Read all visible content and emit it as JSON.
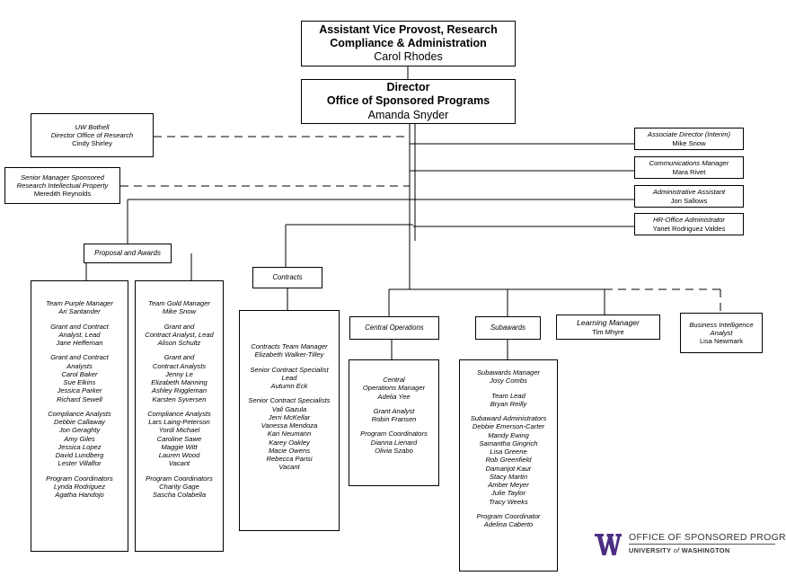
{
  "top": {
    "title_line1": "Assistant Vice Provost, Research",
    "title_line2": "Compliance & Administration",
    "name": "Carol Rhodes"
  },
  "director": {
    "title_line1": "Director",
    "title_line2": "Office of Sponsored Programs",
    "name": "Amanda Snyder"
  },
  "bothell": {
    "title_line1": "UW Bothell",
    "title_line2": "Director Office of Research",
    "name": "Cindy Shirley"
  },
  "senior_ip": {
    "title_line1": "Senior Manager Sponsored",
    "title_line2": "Research Intellectual Property",
    "name": "Meredith Reynolds"
  },
  "assoc_dir": {
    "title": "Associate Director (Interim)",
    "name": "Mike Snow"
  },
  "comms": {
    "title": "Communications Manager",
    "name": "Mara Rivet"
  },
  "admin_asst": {
    "title": "Administrative Assistant",
    "name": "Jon Sallows"
  },
  "hr": {
    "title": "HR-Office Administrator",
    "name": "Yanet Rodriguez Valdes"
  },
  "labels": {
    "proposal": "Proposal and Awards",
    "contracts": "Contracts",
    "central_ops": "Central Operations",
    "subawards": "Subawards"
  },
  "learning": {
    "title": "Learning Manager",
    "name": "Tim Mhyre"
  },
  "bi": {
    "title_line1": "Business Intelligence",
    "title_line2": "Analyst",
    "name": "Lisa Newmark"
  },
  "purple": {
    "groups": [
      {
        "title": [
          "Team Purple Manager"
        ],
        "names": [
          "Ari Santander"
        ]
      },
      {
        "title": [
          "Grant and Contract",
          "Analyst, Lead"
        ],
        "names": [
          "Jane Heffernan"
        ]
      },
      {
        "title": [
          "Grant and Contract",
          "Analysts"
        ],
        "names": [
          "Carol Baker",
          "Sue Elkins",
          "Jessica Parker",
          "Richard Sewell"
        ]
      },
      {
        "title": [
          "Compliance Analysts"
        ],
        "names": [
          "Debbie Callaway",
          "Jon Geraghty",
          "Amy Giles",
          "Jessica Lopez",
          "David Lundberg",
          "Lester Villaflor"
        ]
      },
      {
        "title": [
          "Program Coordinators"
        ],
        "names": [
          "Lynda Rodriguez",
          "Agatha Handojo"
        ]
      }
    ]
  },
  "gold": {
    "groups": [
      {
        "title": [
          "Team Gold Manager"
        ],
        "names": [
          "Mike Snow"
        ]
      },
      {
        "title": [
          "Grant and",
          "Contract Analyst, Lead"
        ],
        "names": [
          "Alison Schultz"
        ]
      },
      {
        "title": [
          "Grant and",
          "Contract  Analysts"
        ],
        "names": [
          "Jenny Le",
          "Elizabeth Manning",
          "Ashley Riggleman",
          "Karsten Syversen"
        ]
      },
      {
        "title": [
          "Compliance Analysts"
        ],
        "names": [
          "Lars Laing-Peterson",
          "Yordi Michael",
          "Caroline Sawe",
          "Maggie Witt",
          "Lauren Wood",
          "Vacant"
        ]
      },
      {
        "title": [
          "Program Coordinators"
        ],
        "names": [
          "Charity Gage",
          "Sascha Colabella"
        ]
      }
    ]
  },
  "contracts": {
    "groups": [
      {
        "title": [
          "Contracts Team Manager"
        ],
        "names": [
          "Elizabeth Walker-Tilley"
        ]
      },
      {
        "title": [
          "Senior Contract Specialist",
          "Lead"
        ],
        "names": [
          "Autumn Eck"
        ]
      },
      {
        "title": [
          "Senior Contract Specialists"
        ],
        "names": [
          "Vali Gazula",
          "Jerri McKellar",
          "Vanessa Mendoza",
          "Kari Neumann",
          "Karey Oakley",
          "Macie Owens",
          "Rebecca Parisi",
          "Vacant"
        ]
      }
    ]
  },
  "central": {
    "groups": [
      {
        "title": [
          "Central",
          "Operations Manager"
        ],
        "names": [
          "Adelia Yee"
        ]
      },
      {
        "title": [
          "Grant Analyst"
        ],
        "names": [
          "Robin Fransen"
        ]
      },
      {
        "title": [
          "Program Coordinators"
        ],
        "names": [
          "Dianna Lienard",
          "Olivia Szabo"
        ]
      }
    ]
  },
  "subawards": {
    "groups": [
      {
        "title": [
          "Subawards Manager"
        ],
        "names": [
          "Josy Combs"
        ]
      },
      {
        "title": [
          "Team Lead"
        ],
        "names": [
          "Bryan Reilly"
        ]
      },
      {
        "title": [
          "Subaward Administrators"
        ],
        "names": [
          "Debbie Emerson-Carter",
          "Mandy Ewing",
          "Samantha Gingrich",
          "Lisa Greene",
          "Rob Greenfield",
          "Damanjot Kaur",
          "Stacy Martin",
          "Amber Meyer",
          "Julie Taylor",
          "Tracy Weeks"
        ]
      },
      {
        "title": [
          "Program Coordinator"
        ],
        "names": [
          "Adelina Caberto"
        ]
      }
    ]
  },
  "logo": {
    "line1": "OFFICE OF SPONSORED PROGRAMS",
    "line2_a": "UNIVERSITY",
    "line2_of": "of",
    "line2_b": "WASHINGTON",
    "brand_color": "#4b2e83",
    "icon": "uw-w-logo-icon"
  }
}
